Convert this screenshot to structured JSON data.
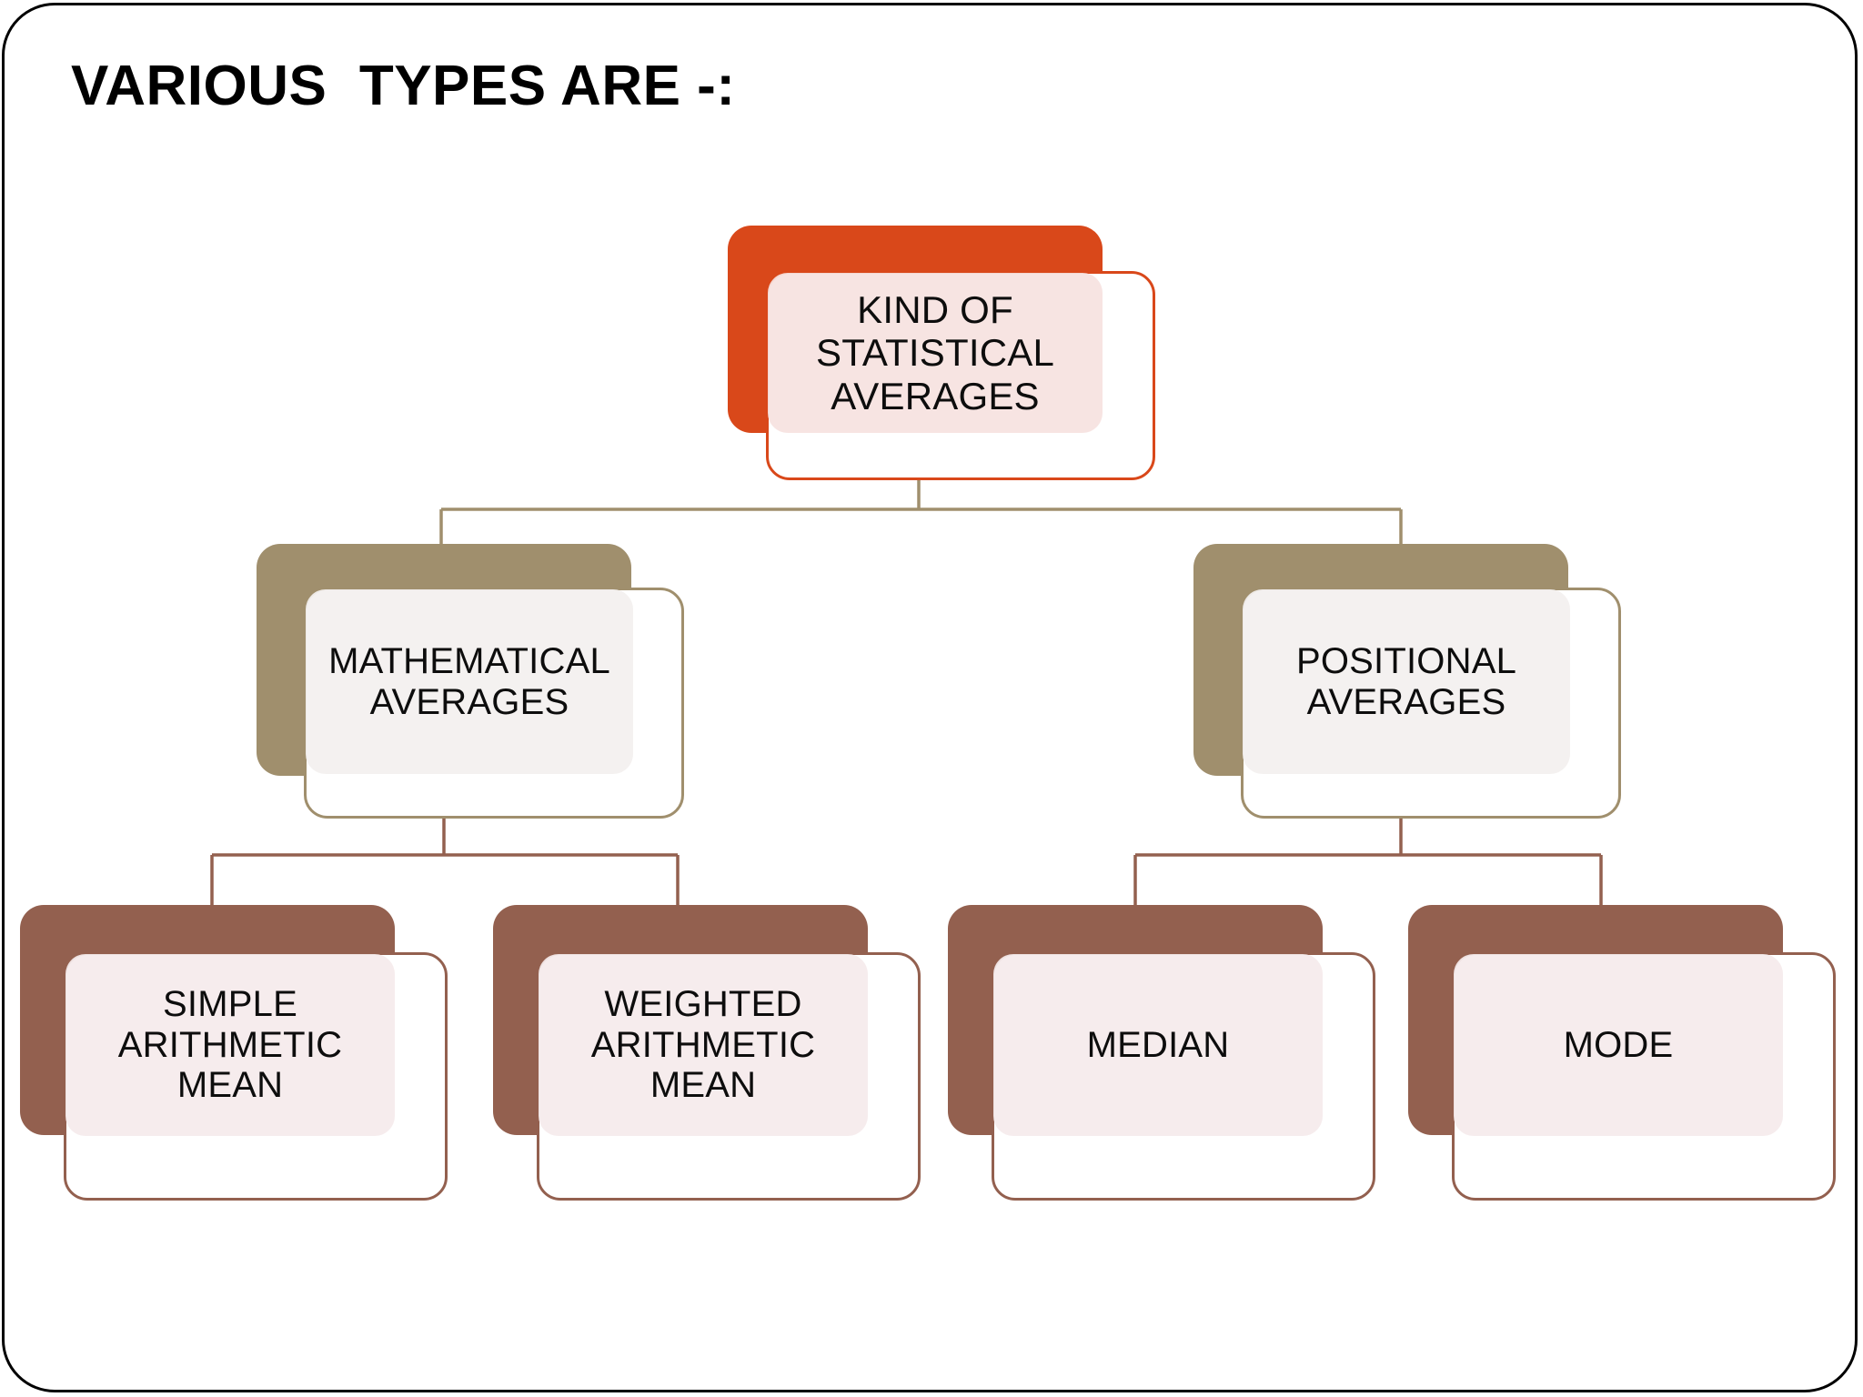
{
  "slide": {
    "title": "VARIOUS  TYPES ARE -:",
    "background_color": "#ffffff",
    "border_color": "#000000"
  },
  "chart_data": {
    "type": "diagram",
    "diagram_type": "organization-chart",
    "title": "VARIOUS  TYPES ARE -:",
    "levels": 3,
    "nodes": [
      {
        "id": "root",
        "label": "KIND OF\nSTATISTICAL\nAVERAGES",
        "level": 1,
        "accent_color": "#d9481a",
        "fill_color": "#f6e2e0",
        "parent": null
      },
      {
        "id": "math",
        "label": "MATHEMATICAL\nAVERAGES",
        "level": 2,
        "accent_color": "#a08f6d",
        "fill_color": "#f3f0ef",
        "parent": "root"
      },
      {
        "id": "pos",
        "label": "POSITIONAL\nAVERAGES",
        "level": 2,
        "accent_color": "#a08f6d",
        "fill_color": "#f3f0ef",
        "parent": "root"
      },
      {
        "id": "sam",
        "label": "SIMPLE\nARITHMETIC\nMEAN",
        "level": 3,
        "accent_color": "#93604f",
        "fill_color": "#f5ebec",
        "parent": "math"
      },
      {
        "id": "wam",
        "label": "WEIGHTED\nARITHMETIC\nMEAN",
        "level": 3,
        "accent_color": "#93604f",
        "fill_color": "#f5ebec",
        "parent": "math"
      },
      {
        "id": "med",
        "label": "MEDIAN",
        "level": 3,
        "accent_color": "#93604f",
        "fill_color": "#f5ebec",
        "parent": "pos"
      },
      {
        "id": "mode",
        "label": "MODE",
        "level": 3,
        "accent_color": "#93604f",
        "fill_color": "#f5ebec",
        "parent": "pos"
      }
    ],
    "edges": [
      {
        "from": "root",
        "to": "math",
        "color": "#a08f6d"
      },
      {
        "from": "root",
        "to": "pos",
        "color": "#a08f6d"
      },
      {
        "from": "math",
        "to": "sam",
        "color": "#93604f"
      },
      {
        "from": "math",
        "to": "wam",
        "color": "#93604f"
      },
      {
        "from": "pos",
        "to": "med",
        "color": "#93604f"
      },
      {
        "from": "pos",
        "to": "mode",
        "color": "#93604f"
      }
    ],
    "legend": [],
    "annotations": []
  },
  "nodes": {
    "root": {
      "label": "KIND OF\nSTATISTICAL\nAVERAGES"
    },
    "math": {
      "label": "MATHEMATICAL\nAVERAGES"
    },
    "pos": {
      "label": "POSITIONAL\nAVERAGES"
    },
    "sam": {
      "label": "SIMPLE\nARITHMETIC\nMEAN"
    },
    "wam": {
      "label": "WEIGHTED\nARITHMETIC\nMEAN"
    },
    "med": {
      "label": "MEDIAN"
    },
    "mode": {
      "label": "MODE"
    }
  }
}
